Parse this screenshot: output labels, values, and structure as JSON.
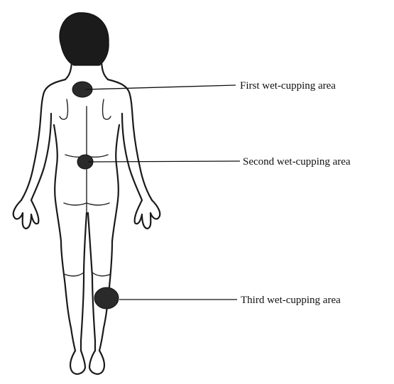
{
  "labels": {
    "first": "First wet-cupping area",
    "second": "Second wet-cupping area",
    "third": "Third wet-cupping area"
  },
  "colors": {
    "ink": "#111111",
    "background": "#ffffff"
  }
}
